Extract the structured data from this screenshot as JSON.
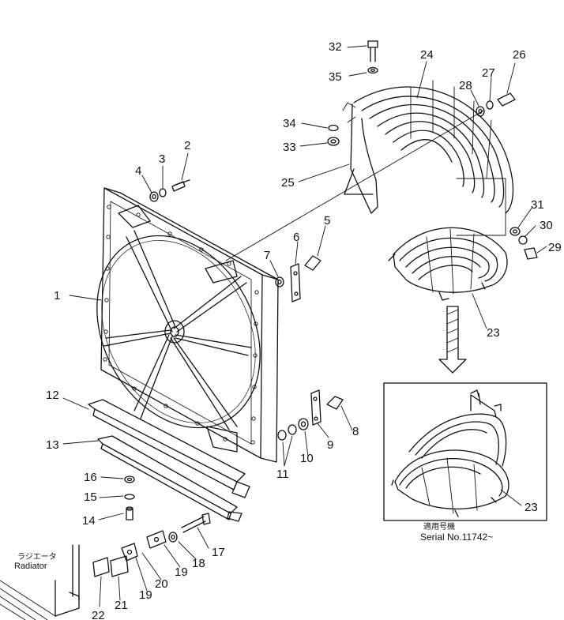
{
  "callouts": [
    "1",
    "2",
    "3",
    "4",
    "5",
    "6",
    "7",
    "8",
    "9",
    "10",
    "11",
    "12",
    "13",
    "14",
    "15",
    "16",
    "17",
    "18",
    "19",
    "19",
    "20",
    "21",
    "22",
    "23",
    "23",
    "24",
    "25",
    "26",
    "27",
    "28",
    "29",
    "30",
    "31",
    "32",
    "33",
    "34",
    "35"
  ],
  "inset": {
    "label_jp": "適用号機",
    "serial": "Serial No.11742~"
  },
  "radiator": {
    "label_jp": "ラジエータ",
    "label_en": "Radiator"
  },
  "colors": {
    "ink": "#111111",
    "paper": "#ffffff"
  }
}
